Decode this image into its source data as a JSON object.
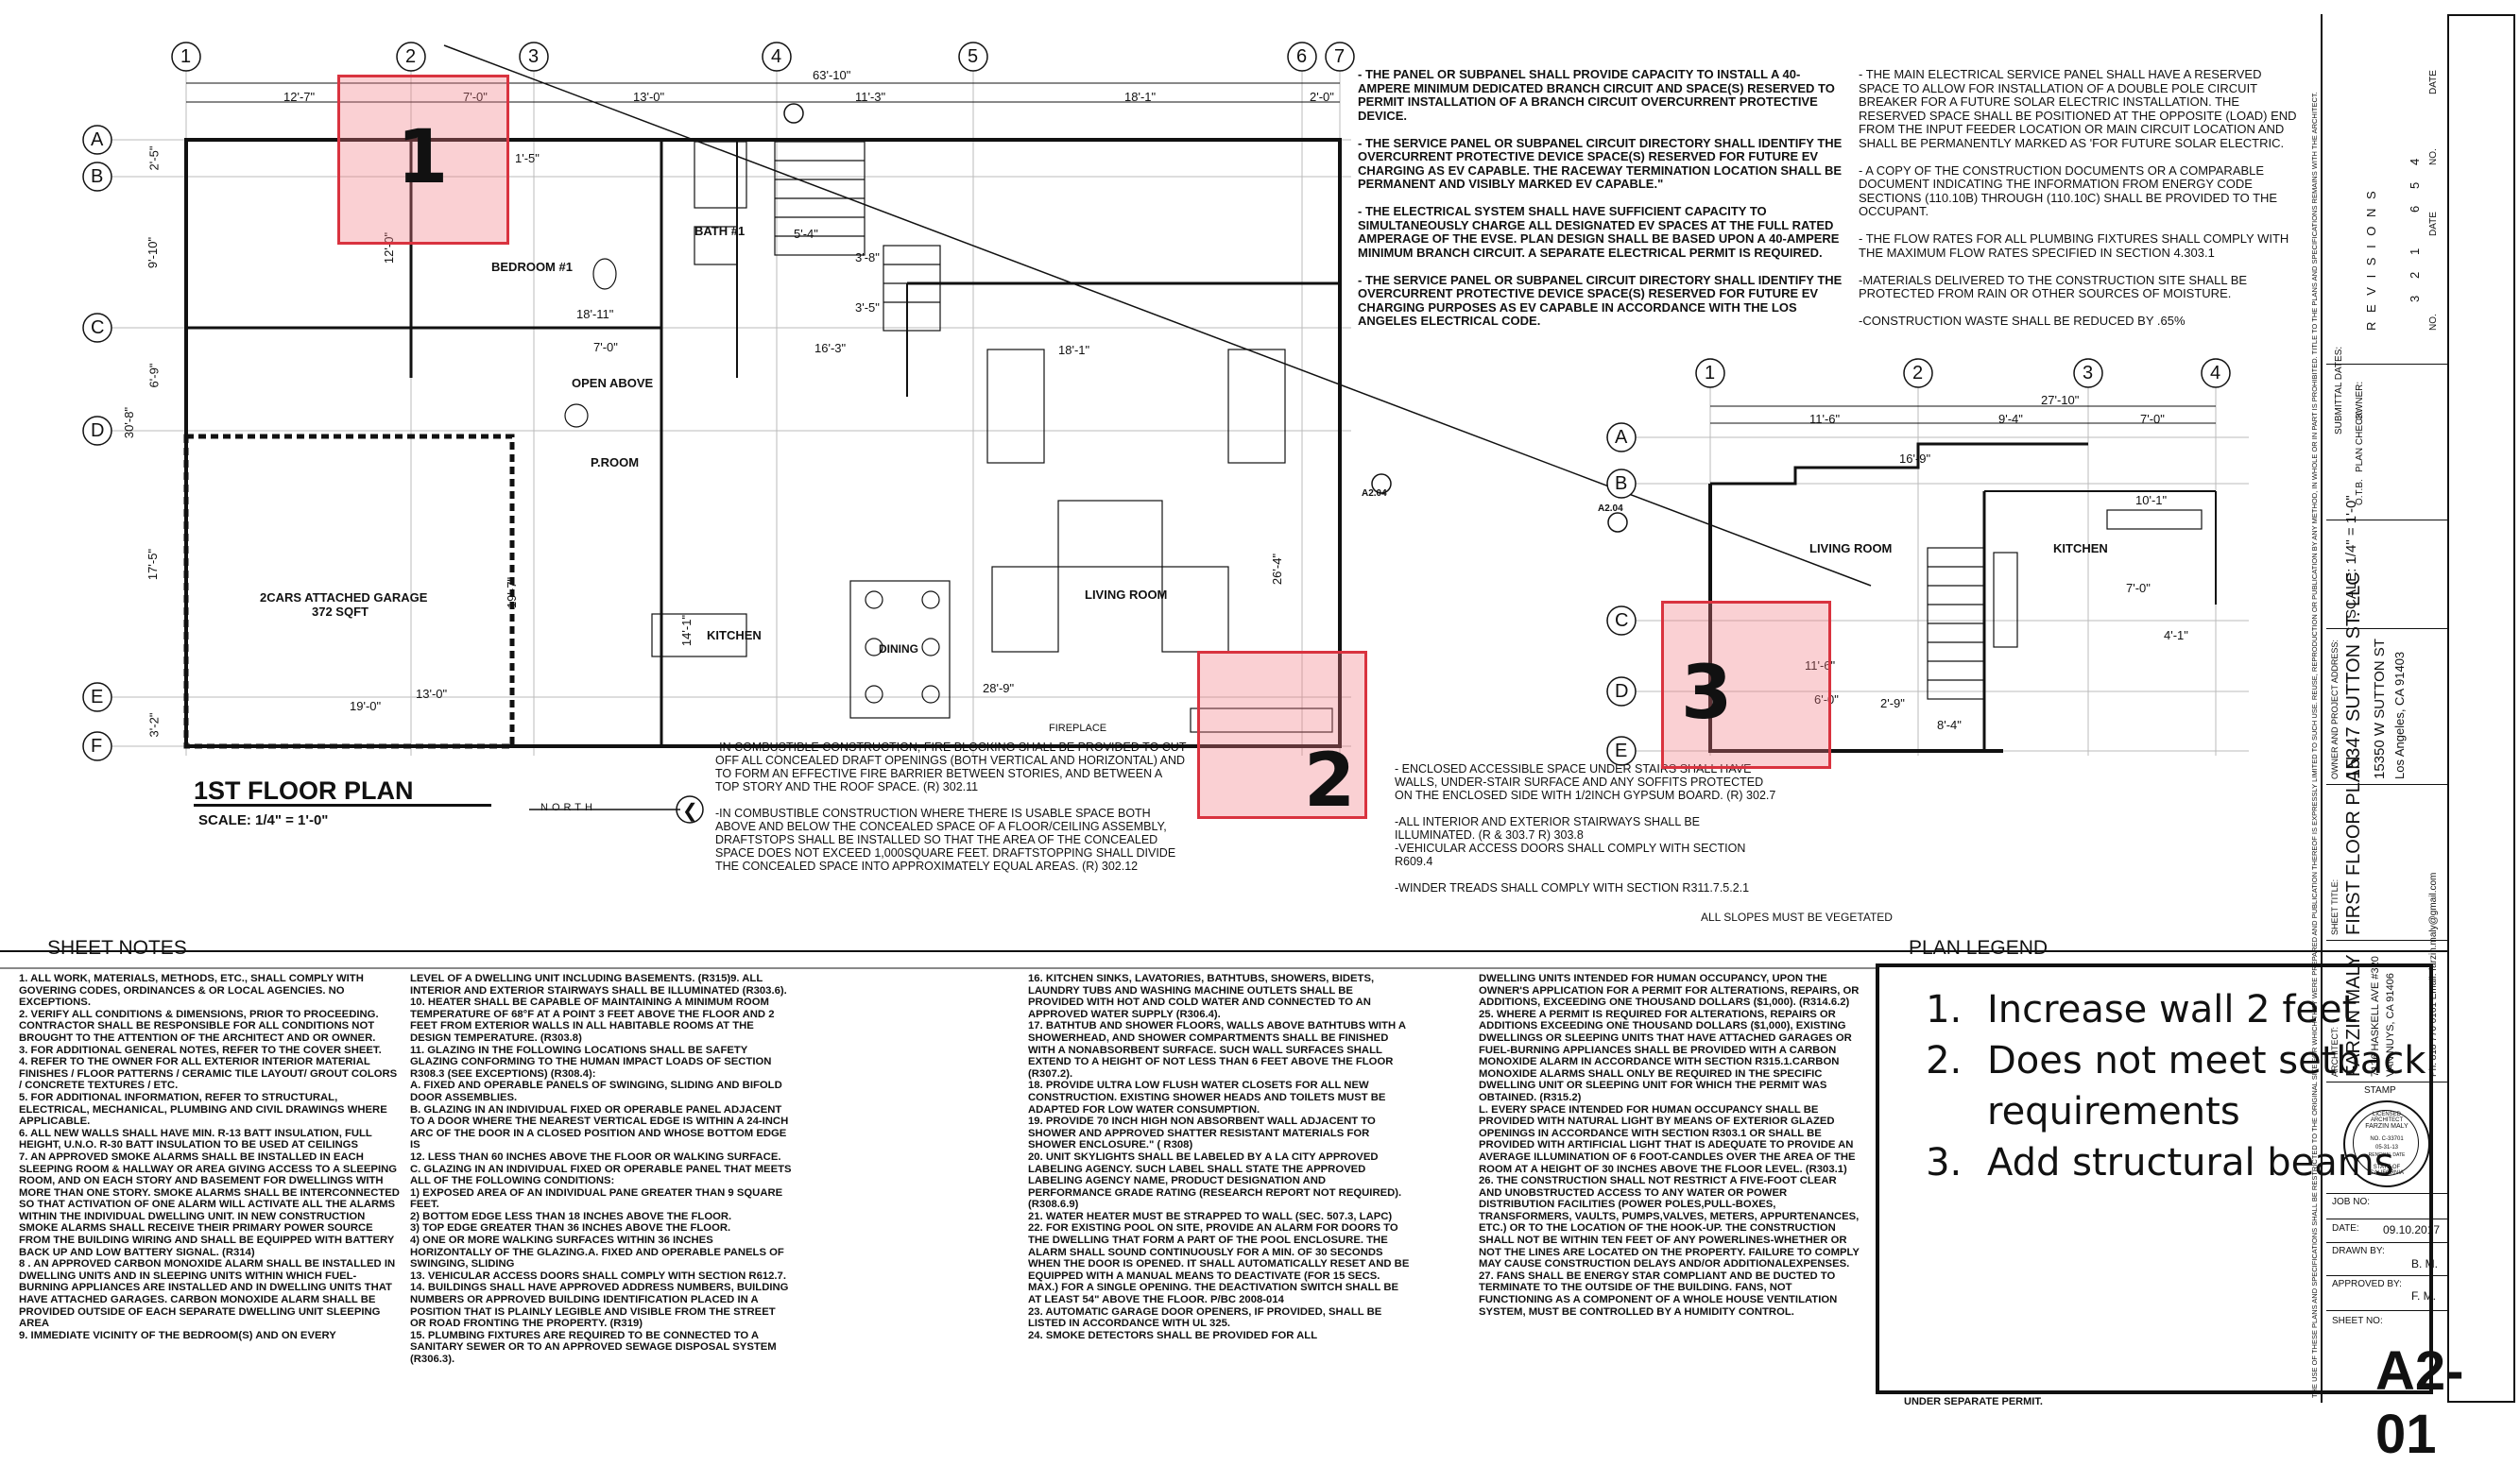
{
  "plan_title": "1ST FLOOR PLAN",
  "plan_scale": "SCALE: 1/4\" = 1'-0\"",
  "north_label": "NORTH",
  "grid_columns_main": [
    "1",
    "2",
    "3",
    "4",
    "5",
    "6",
    "7"
  ],
  "grid_rows_main": [
    "A",
    "B",
    "C",
    "D",
    "E",
    "F"
  ],
  "grid_columns_inset": [
    "1",
    "2",
    "3",
    "4"
  ],
  "grid_rows_inset": [
    "A",
    "B",
    "C",
    "D",
    "E"
  ],
  "dims_top": [
    "63'-10\"",
    "12'-7\"",
    "7'-0\"",
    "13'-0\"",
    "11'-3\"",
    "18'-1\"",
    "2'-0\""
  ],
  "dims_inset": [
    "27'-10\"",
    "11'-6\"",
    "9'-4\"",
    "7'-0\"",
    "16'-9\"",
    "10'-1\"",
    "7'-0\"",
    "4'-1\"",
    "11'-6\"",
    "6'-0\"",
    "8'-4\"",
    "2'-9\""
  ],
  "dims_left": [
    "2'-5\"",
    "9'-10\"",
    "6'-9\"",
    "30'-8\"",
    "17'-5\"",
    "3'-2\""
  ],
  "rooms": {
    "bedroom": "BEDROOM #1",
    "bath": "BATH #1",
    "open_above": "OPEN ABOVE",
    "p_room": "P.ROOM",
    "garage": "2CARS ATTACHED GARAGE",
    "garage_area": "372 SQFT",
    "kitchen": "KITCHEN",
    "living": "LIVING ROOM",
    "dining": "DINING",
    "fireplace": "FIREPLACE",
    "living_inset": "LIVING ROOM",
    "kitchen_inset": "KITCHEN"
  },
  "misc_dims": [
    "18'-11\"",
    "7'-0\"",
    "13'-0\"",
    "19'-0\"",
    "28'-9\"",
    "18'-1\"",
    "16'-3\"",
    "3'-8\"",
    "3'-5\"",
    "5'-4\"",
    "1'-5\"",
    "12'-0\"",
    "14'-1\"",
    "19'-7\"",
    "26'-4\""
  ],
  "section_markers": [
    "A2.04",
    "A2.04"
  ],
  "general_notes_right_top": "- THE PANEL OR SUBPANEL SHALL PROVIDE CAPACITY TO INSTALL A 40-AMPERE MINIMUM DEDICATED BRANCH CIRCUIT AND SPACE(S) RESERVED TO PERMIT INSTALLATION OF A BRANCH CIRCUIT OVERCURRENT PROTECTIVE DEVICE.\n\n- THE SERVICE PANEL OR SUBPANEL CIRCUIT DIRECTORY SHALL IDENTIFY THE OVERCURRENT PROTECTIVE DEVICE SPACE(S) RESERVED FOR FUTURE EV CHARGING AS EV CAPABLE. THE RACEWAY TERMINATION LOCATION SHALL BE PERMANENT AND VISIBLY MARKED EV CAPABLE.\"\n\n- THE ELECTRICAL SYSTEM SHALL HAVE SUFFICIENT CAPACITY TO SIMULTANEOUSLY CHARGE ALL DESIGNATED EV SPACES AT THE FULL RATED AMPERAGE OF THE EVSE. PLAN DESIGN SHALL BE BASED UPON A 40-AMPERE MINIMUM BRANCH CIRCUIT. A SEPARATE ELECTRICAL PERMIT IS REQUIRED.\n\n- THE SERVICE PANEL OR SUBPANEL CIRCUIT DIRECTORY SHALL IDENTIFY THE OVERCURRENT PROTECTIVE DEVICE SPACE(S) RESERVED FOR FUTURE EV CHARGING PURPOSES AS EV CAPABLE IN ACCORDANCE WITH THE LOS ANGELES ELECTRICAL CODE.",
  "general_notes_far_right": "- THE MAIN ELECTRICAL SERVICE PANEL SHALL HAVE A RESERVED SPACE TO ALLOW FOR INSTALLATION OF A DOUBLE POLE CIRCUIT BREAKER FOR A FUTURE SOLAR ELECTRIC INSTALLATION. THE RESERVED SPACE SHALL BE POSITIONED AT THE OPPOSITE (LOAD) END FROM THE INPUT FEEDER LOCATION OR MAIN CIRCUIT LOCATION AND SHALL BE PERMANENTLY MARKED AS 'FOR FUTURE SOLAR ELECTRIC.\n\n- A COPY OF THE CONSTRUCTION DOCUMENTS OR A COMPARABLE DOCUMENT INDICATING THE INFORMATION FROM ENERGY CODE SECTIONS (110.10B) THROUGH (110.10C) SHALL BE PROVIDED TO THE OCCUPANT.\n\n- THE FLOW RATES FOR ALL PLUMBING FIXTURES SHALL COMPLY WITH THE MAXIMUM FLOW RATES SPECIFIED IN SECTION 4.303.1\n\n-MATERIALS DELIVERED TO THE CONSTRUCTION SITE SHALL BE PROTECTED FROM RAIN OR OTHER SOURCES OF MOISTURE.\n\n-CONSTRUCTION WASTE SHALL BE REDUCED BY .65%",
  "bottom_notes_left": "-IN COMBUSTIBLE CONSTRUCTION, FIRE BLOCKING SHALL BE PROVIDED TO CUT OFF ALL CONCEALED DRAFT OPENINGS (BOTH VERTICAL AND HORIZONTAL) AND TO FORM AN EFFECTIVE FIRE BARRIER BETWEEN STORIES, AND BETWEEN A TOP STORY AND THE ROOF SPACE. (R) 302.11\n\n-IN COMBUSTIBLE CONSTRUCTION WHERE THERE IS USABLE SPACE BOTH ABOVE AND BELOW THE CONCEALED SPACE OF A FLOOR/CEILING ASSEMBLY, DRAFTSTOPS SHALL BE INSTALLED SO THAT THE AREA OF THE CONCEALED SPACE DOES NOT EXCEED 1,000SQUARE FEET. DRAFTSTOPPING SHALL DIVIDE THE CONCEALED SPACE INTO APPROXIMATELY EQUAL AREAS. (R) 302.12",
  "bottom_notes_right": "- ENCLOSED ACCESSIBLE SPACE UNDER STAIRS SHALL HAVE WALLS, UNDER-STAIR SURFACE AND ANY SOFFITS PROTECTED ON THE ENCLOSED SIDE WITH 1/2INCH GYPSUM BOARD. (R) 302.7\n\n-ALL INTERIOR AND EXTERIOR STAIRWAYS SHALL BE ILLUMINATED. (R & 303.7 R) 303.8\n-VEHICULAR ACCESS DOORS SHALL COMPLY WITH SECTION R609.4\n\n-WINDER TREADS SHALL COMPLY WITH SECTION R311.7.5.2.1",
  "all_slopes": "ALL SLOPES MUST BE VEGETATED",
  "sheet_notes_title": "SHEET NOTES",
  "sheet_notes_col1": "1. ALL WORK, MATERIALS, METHODS, ETC., SHALL COMPLY WITH GOVERING CODES, ORDINANCES & OR LOCAL AGENCIES. NO EXCEPTIONS.\n2. VERIFY ALL CONDITIONS & DIMENSIONS, PRIOR TO PROCEEDING. CONTRACTOR SHALL BE RESPONSIBLE FOR ALL CONDITIONS NOT BROUGHT TO THE ATTENTION OF THE ARCHITECT AND OR OWNER.\n3. FOR ADDITIONAL GENERAL NOTES, REFER TO THE COVER SHEET.\n4. REFER TO THE OWNER FOR ALL EXTERIOR INTERIOR MATERIAL FINISHES / FLOOR PATTERNS / CERAMIC TILE LAYOUT/ GROUT COLORS / CONCRETE TEXTURES / ETC.\n5. FOR ADDITIONAL INFORMATION, REFER TO STRUCTURAL, ELECTRICAL, MECHANICAL, PLUMBING AND CIVIL DRAWINGS WHERE APPLICABLE.\n6. ALL NEW WALLS SHALL HAVE MIN. R-13 BATT INSULATION, FULL HEIGHT, U.N.O. R-30 BATT INSULATION TO BE USED AT CEILINGS\n7. AN APPROVED SMOKE ALARMS SHALL BE INSTALLED IN EACH SLEEPING ROOM & HALLWAY OR AREA GIVING ACCESS TO A SLEEPING ROOM, AND ON EACH STORY AND BASEMENT FOR DWELLINGS WITH MORE THAN ONE STORY. SMOKE ALARMS SHALL BE INTERCONNECTED SO THAT ACTIVATION OF ONE ALARM WILL ACTIVATE ALL THE ALARMS WITHIN THE INDIVIDUAL DWELLING UNIT. IN NEW CONSTRUCTION SMOKE ALARMS SHALL RECEIVE THEIR PRIMARY POWER SOURCE FROM THE BUILDING WIRING AND SHALL BE EQUIPPED WITH BATTERY BACK UP AND LOW BATTERY SIGNAL. (R314)\n8 . AN APPROVED CARBON MONOXIDE ALARM SHALL BE INSTALLED IN DWELLING UNITS AND IN SLEEPING UNITS WITHIN WHICH FUEL-BURNING APPLIANCES ARE INSTALLED AND IN DWELLING UNITS THAT HAVE ATTACHED GARAGES. CARBON MONOXIDE ALARM SHALL BE PROVIDED OUTSIDE OF EACH SEPARATE DWELLING UNIT SLEEPING AREA\n9. IMMEDIATE VICINITY OF THE BEDROOM(S) AND ON EVERY",
  "sheet_notes_col2": "LEVEL OF A DWELLING UNIT INCLUDING BASEMENTS. (R315)9. ALL INTERIOR AND EXTERIOR STAIRWAYS SHALL BE ILLUMINATED (R303.6).\n10. HEATER SHALL BE CAPABLE OF MAINTAINING A MINIMUM ROOM TEMPERATURE OF 68°F AT A POINT 3 FEET ABOVE THE FLOOR AND 2 FEET FROM EXTERIOR WALLS IN ALL HABITABLE ROOMS AT THE DESIGN TEMPERATURE. (R303.8)\n11. GLAZING IN THE FOLLOWING LOCATIONS SHALL BE SAFETY GLAZING CONFORMING TO THE HUMAN IMPACT LOADS OF SECTION R308.3 (SEE EXCEPTIONS) (R308.4):\nA. FIXED AND OPERABLE PANELS OF SWINGING, SLIDING AND BIFOLD DOOR ASSEMBLIES.\nB. GLAZING IN AN INDIVIDUAL FIXED OR OPERABLE PANEL ADJACENT TO A DOOR WHERE THE NEAREST VERTICAL EDGE IS WITHIN A 24-INCH ARC OF THE DOOR IN A CLOSED POSITION AND WHOSE BOTTOM EDGE IS\n12. LESS THAN 60 INCHES ABOVE THE FLOOR OR WALKING SURFACE.\nC. GLAZING IN AN INDIVIDUAL FIXED OR OPERABLE PANEL THAT MEETS ALL OF THE FOLLOWING CONDITIONS:\n1) EXPOSED AREA OF AN INDIVIDUAL PANE GREATER THAN 9 SQUARE FEET.\n2) BOTTOM EDGE LESS THAN 18 INCHES ABOVE THE FLOOR.\n3) TOP EDGE GREATER THAN 36 INCHES ABOVE THE FLOOR.\n4) ONE OR MORE WALKING SURFACES WITHIN 36 INCHES HORIZONTALLY OF THE GLAZING.A. FIXED AND OPERABLE PANELS OF SWINGING, SLIDING\n13. VEHICULAR ACCESS DOORS SHALL COMPLY WITH SECTION R612.7.\n14. BUILDINGS SHALL HAVE APPROVED ADDRESS NUMBERS, BUILDING NUMBERS OR APPROVED BUILDING IDENTIFICATION PLACED IN A POSITION THAT IS PLAINLY LEGIBLE AND VISIBLE FROM THE STREET OR ROAD FRONTING THE PROPERTY. (R319)\n15. PLUMBING FIXTURES ARE REQUIRED TO BE CONNECTED TO A SANITARY SEWER OR TO AN APPROVED SEWAGE DISPOSAL SYSTEM (R306.3).",
  "sheet_notes_col3": "16. KITCHEN SINKS, LAVATORIES, BATHTUBS, SHOWERS, BIDETS, LAUNDRY TUBS AND WASHING MACHINE OUTLETS SHALL BE PROVIDED WITH HOT AND COLD WATER AND CONNECTED TO AN APPROVED WATER SUPPLY (R306.4).\n17. BATHTUB AND SHOWER FLOORS, WALLS ABOVE BATHTUBS WITH A SHOWERHEAD, AND SHOWER COMPARTMENTS SHALL BE FINISHED WITH A NONABSORBENT SURFACE. SUCH WALL SURFACES SHALL EXTEND TO A HEIGHT OF NOT LESS THAN 6 FEET ABOVE THE FLOOR (R307.2).\n18. PROVIDE ULTRA LOW FLUSH WATER CLOSETS FOR ALL NEW CONSTRUCTION. EXISTING SHOWER HEADS AND TOILETS MUST BE ADAPTED FOR LOW WATER CONSUMPTION.\n19. PROVIDE 70 INCH HIGH NON ABSORBENT WALL ADJACENT TO SHOWER AND APPROVED SHATTER RESISTANT MATERIALS FOR SHOWER ENCLOSURE.\" ( R308)\n20. UNIT SKYLIGHTS SHALL BE LABELED BY A LA CITY APPROVED LABELING AGENCY. SUCH LABEL SHALL STATE THE APPROVED LABELING AGENCY NAME, PRODUCT DESIGNATION AND PERFORMANCE GRADE RATING (RESEARCH REPORT NOT REQUIRED). (R308.6.9)\n21. WATER HEATER MUST BE STRAPPED TO WALL (SEC. 507.3, LAPC)\n22. FOR EXISTING POOL ON SITE, PROVIDE AN ALARM FOR DOORS TO THE DWELLING THAT FORM A PART OF THE POOL ENCLOSURE. THE ALARM SHALL SOUND CONTINUOUSLY FOR A MIN. OF 30 SECONDS WHEN THE DOOR IS OPENED. IT SHALL AUTOMATICALLY RESET AND BE EQUIPPED WITH A MANUAL MEANS TO DEACTIVATE (FOR 15 SECS. MAX.) FOR A SINGLE OPENING. THE DEACTIVATION SWITCH SHALL BE AT LEAST 54\" ABOVE THE FLOOR. P/BC 2008-014\n23. AUTOMATIC GARAGE DOOR OPENERS, IF PROVIDED, SHALL BE LISTED IN ACCORDANCE WITH UL 325.\n24. SMOKE DETECTORS SHALL BE PROVIDED FOR ALL",
  "sheet_notes_col4": "DWELLING UNITS INTENDED FOR HUMAN OCCUPANCY, UPON THE OWNER'S APPLICATION FOR A PERMIT FOR ALTERATIONS, REPAIRS, OR ADDITIONS, EXCEEDING ONE THOUSAND DOLLARS ($1,000). (R314.6.2)\n25. WHERE A PERMIT IS REQUIRED FOR ALTERATIONS, REPAIRS OR ADDITIONS EXCEEDING ONE THOUSAND DOLLARS ($1,000), EXISTING DWELLINGS OR SLEEPING UNITS THAT HAVE ATTACHED GARAGES OR FUEL-BURNING APPLIANCES SHALL BE PROVIDED WITH A CARBON MONOXIDE ALARM IN ACCORDANCE WITH SECTION R315.1.CARBON MONOXIDE ALARMS SHALL ONLY BE REQUIRED IN THE SPECIFIC DWELLING UNIT OR SLEEPING UNIT FOR WHICH THE PERMIT WAS OBTAINED. (R315.2)\nL. EVERY SPACE INTENDED FOR HUMAN OCCUPANCY SHALL BE PROVIDED WITH NATURAL LIGHT BY MEANS OF EXTERIOR GLAZED OPENINGS IN ACCORDANCE WITH SECTION R303.1 OR SHALL BE PROVIDED WITH ARTIFICIAL LIGHT THAT IS ADEQUATE TO PROVIDE AN AVERAGE ILLUMINATION OF 6 FOOT-CANDLES OVER THE AREA OF THE ROOM AT A HEIGHT OF 30 INCHES ABOVE THE FLOOR LEVEL. (R303.1)\n26. THE CONSTRUCTION SHALL NOT RESTRICT A FIVE-FOOT CLEAR AND UNOBSTRUCTED ACCESS TO ANY WATER OR POWER DISTRIBUTION FACILITIES (POWER POLES,PULL-BOXES, TRANSFORMERS, VAULTS, PUMPS,VALVES, METERS, APPURTENANCES, ETC.) OR TO THE LOCATION OF THE HOOK-UP. THE CONSTRUCTION SHALL NOT BE WITHIN TEN FEET OF ANY POWERLINES-WHETHER OR NOT THE LINES ARE LOCATED ON THE PROPERTY. FAILURE TO COMPLY MAY CAUSE CONSTRUCTION DELAYS AND/OR ADDITIONALEXPENSES.\n27. FANS SHALL BE ENERGY STAR COMPLIANT AND BE DUCTED TO TERMINATE TO THE OUTSIDE OF THE BUILDING. FANS, NOT FUNCTIONING AS A COMPONENT OF A WHOLE HOUSE VENTILATION SYSTEM, MUST BE CONTROLLED BY A HUMIDITY CONTROL.",
  "plan_legend_title": "PLAN LEGEND",
  "legend_items": [
    "Increase wall 2 feet",
    "Does not meet setback requirements",
    "Add structural beams"
  ],
  "legend_footer": "UNDER SEPARATE PERMIT.",
  "markers": [
    "1",
    "2",
    "3"
  ],
  "title_block": {
    "revisions": "R E V I S I O N S",
    "rev_numbers": [
      "4",
      "5",
      "6",
      "1",
      "2",
      "3"
    ],
    "col_heads": [
      "DATE",
      "NO.",
      "DATE",
      "NO."
    ],
    "submittal": "SUBMITTAL DATES:",
    "owner_lbl": "OWNER:",
    "plan_check": "PLAN CHECK:",
    "otb": "O.T.B.",
    "scale": "SCALE: 1/4\" = 1'-0\"",
    "owner_project_lbl": "OWNER AND PROJECT ADDRESS:",
    "owner_name": "15347 SUTTON ST. LLC",
    "addr1": "15350 W SUTTON ST",
    "addr2": "Los Angeles, CA 91403",
    "sheet_title_lbl": "SHEET TITLE:",
    "sheet_title": "FIRST FLOOR PLAN",
    "architect_lbl": "ARCHITECT:",
    "architect_name": "FARZIN MALY",
    "arch_addr1": "7136 HASKELL AVE #320",
    "arch_addr2": "VAN NUYS, CA 91406",
    "arch_contact": "Ph: 818 770 0161 Email: farzin.maly@gmail.com",
    "stamp_lbl": "STAMP",
    "stamp_top": "LICENSED ARCHITECT",
    "stamp_name": "FARZIN MALY",
    "stamp_no": "NO. C-33701",
    "stamp_date": "05-31-13",
    "stamp_renewal": "RENEWAL DATE",
    "stamp_bottom": "STATE OF CALIFORNIA",
    "job_no_lbl": "JOB NO:",
    "date_lbl": "DATE:",
    "date_val": "09.10.2017",
    "drawn_lbl": "DRAWN BY:",
    "drawn_val": "B. M.",
    "approved_lbl": "APPROVED BY:",
    "approved_val": "F. M.",
    "sheet_no_lbl": "SHEET NO:",
    "sheet_no": "A2-01",
    "copyright": "THE USE OF THESE PLANS AND SPECIFICATIONS SHALL BE RESTRICTED TO THE ORIGINAL SITE FOR WHICH THEY WERE PREPARED AND PUBLICATION THEREOF IS EXPRESSLY LIMITED TO SUCH USE. REUSE, REPRODUCTION OR PUBLICATION BY ANY METHOD, IN WHOLE OR IN PART IS PROHIBITED. TITLE TO THE PLANS AND SPECIFICATIONS REMAINS WITH THE ARCHITECT."
  }
}
